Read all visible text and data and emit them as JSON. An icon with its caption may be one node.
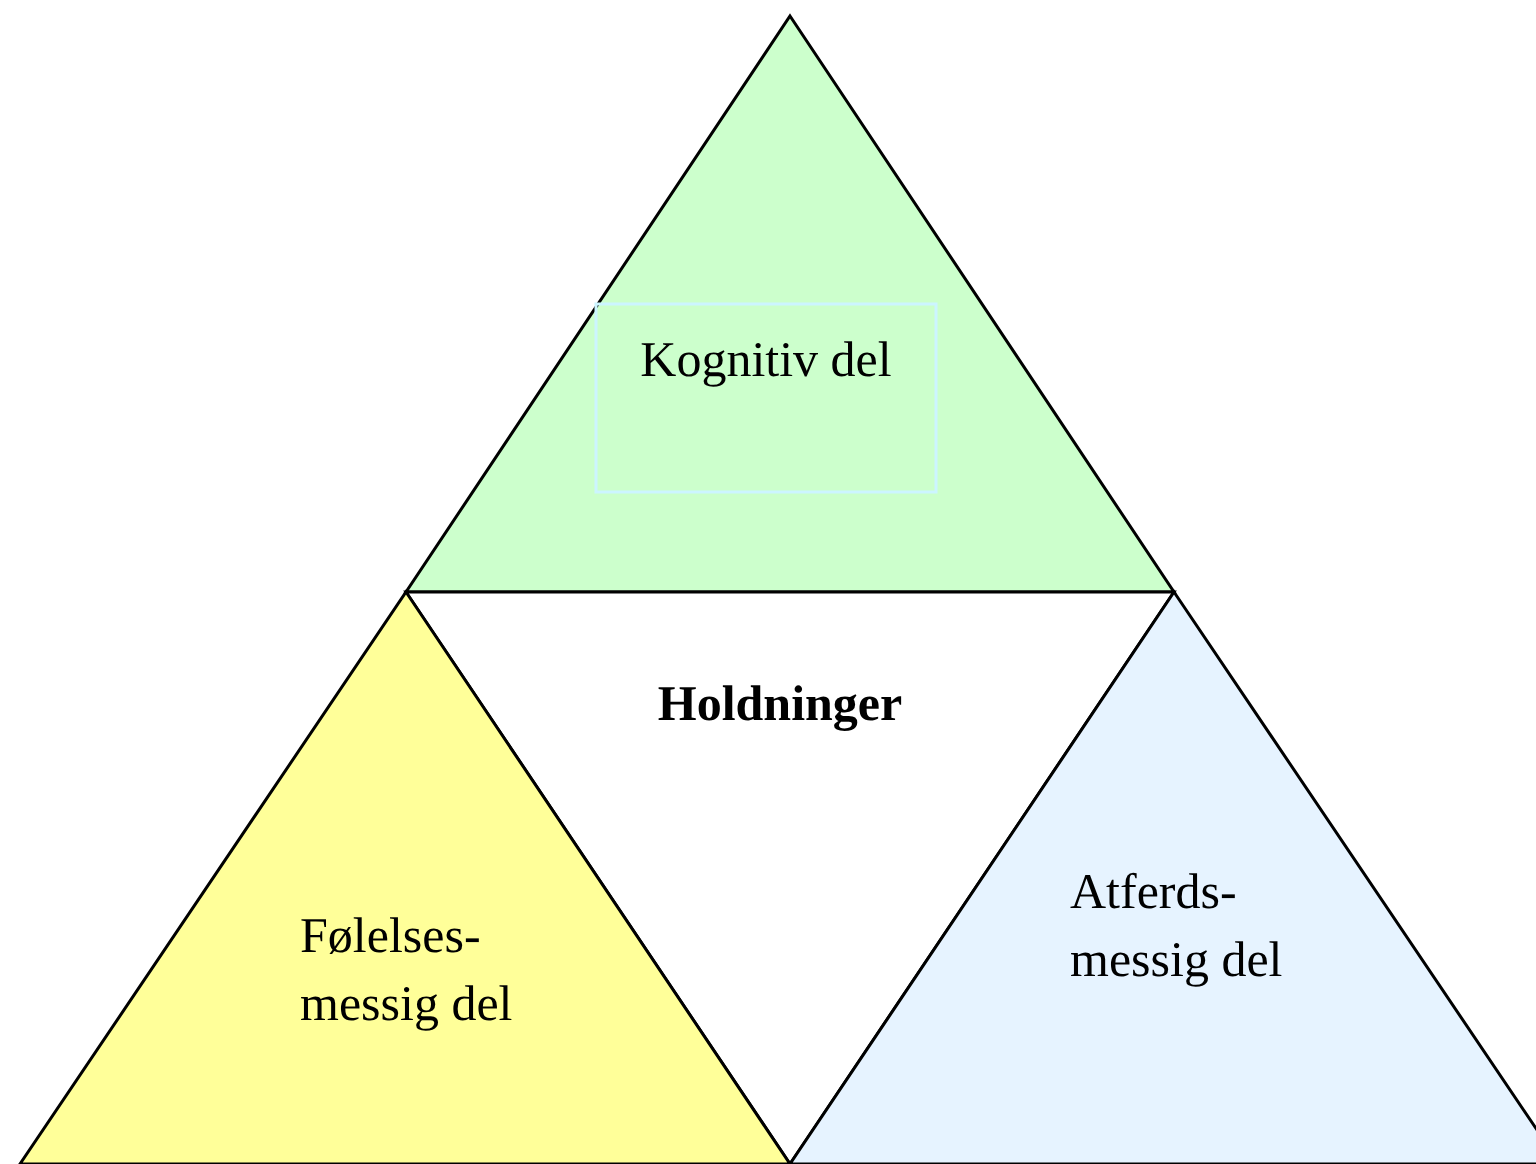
{
  "diagram": {
    "nodes": [
      {
        "text": [
          "Kognitiv del"
        ]
      },
      {
        "text": [
          "Holdninger"
        ]
      },
      {
        "text": [
          "Følelses- messig del"
        ]
      },
      {
        "text": [
          "Atferds- messig del"
        ]
      }
    ]
  }
}
